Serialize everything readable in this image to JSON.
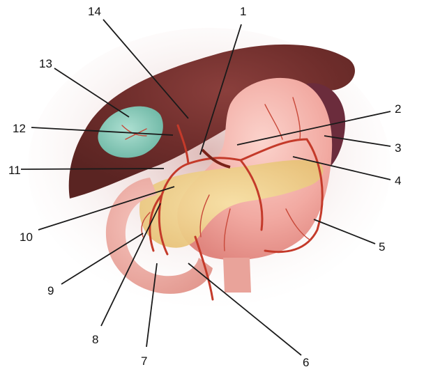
{
  "labels": [
    "1",
    "2",
    "3",
    "4",
    "5",
    "6",
    "7",
    "8",
    "9",
    "10",
    "11",
    "12",
    "13",
    "14"
  ]
}
